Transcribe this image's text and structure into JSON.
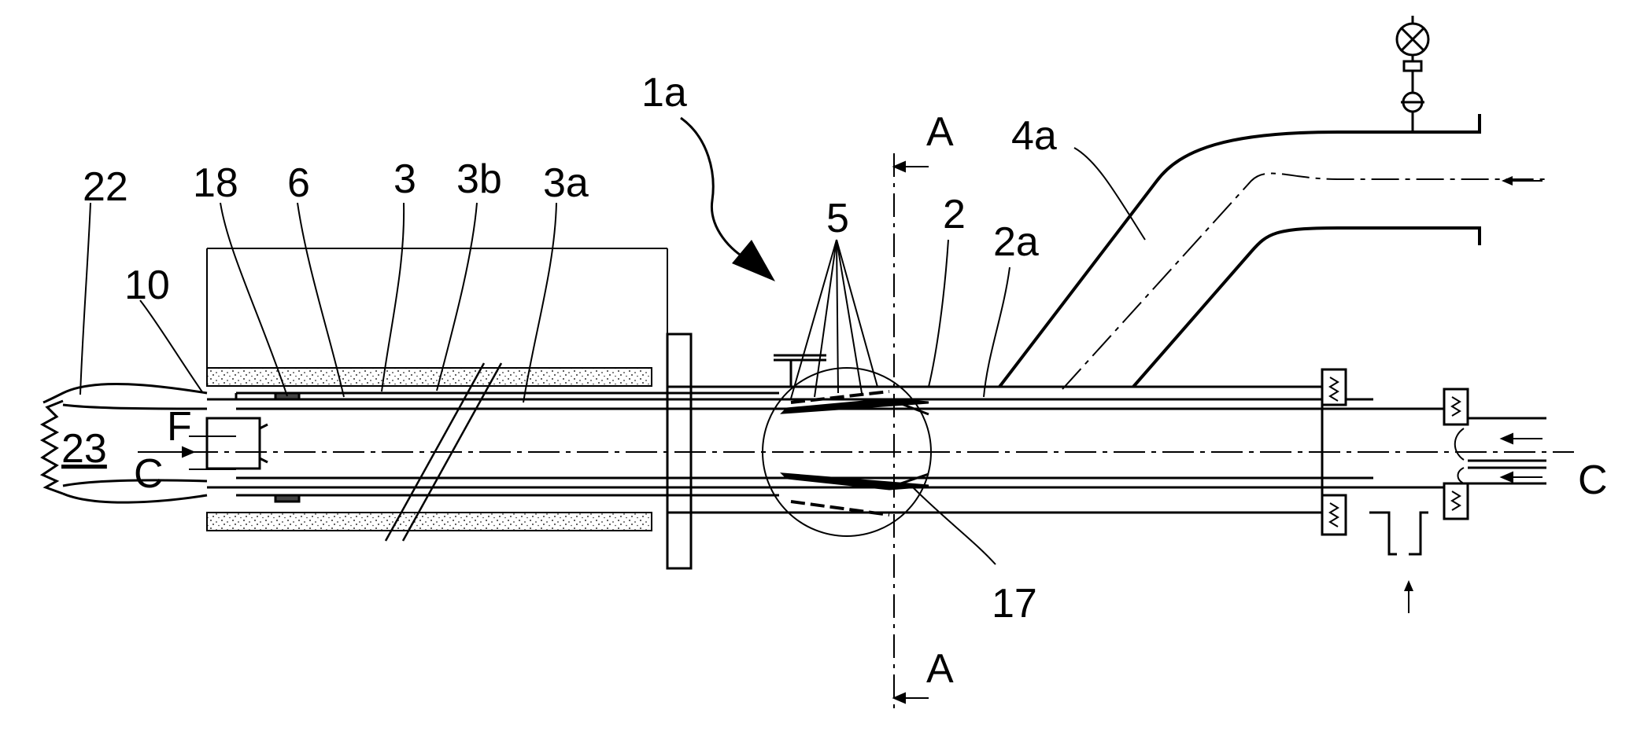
{
  "labels": {
    "l1a": "1a",
    "l22": "22",
    "l18": "18",
    "l6": "6",
    "l3": "3",
    "l3b": "3b",
    "l3a": "3a",
    "l10": "10",
    "l5": "5",
    "l2": "2",
    "l2a": "2a",
    "l4a": "4a",
    "lA_top": "A",
    "lA_bot": "A",
    "l23": "23",
    "lF": "F",
    "lC_left": "C",
    "lC_right": "C",
    "l17": "17"
  }
}
